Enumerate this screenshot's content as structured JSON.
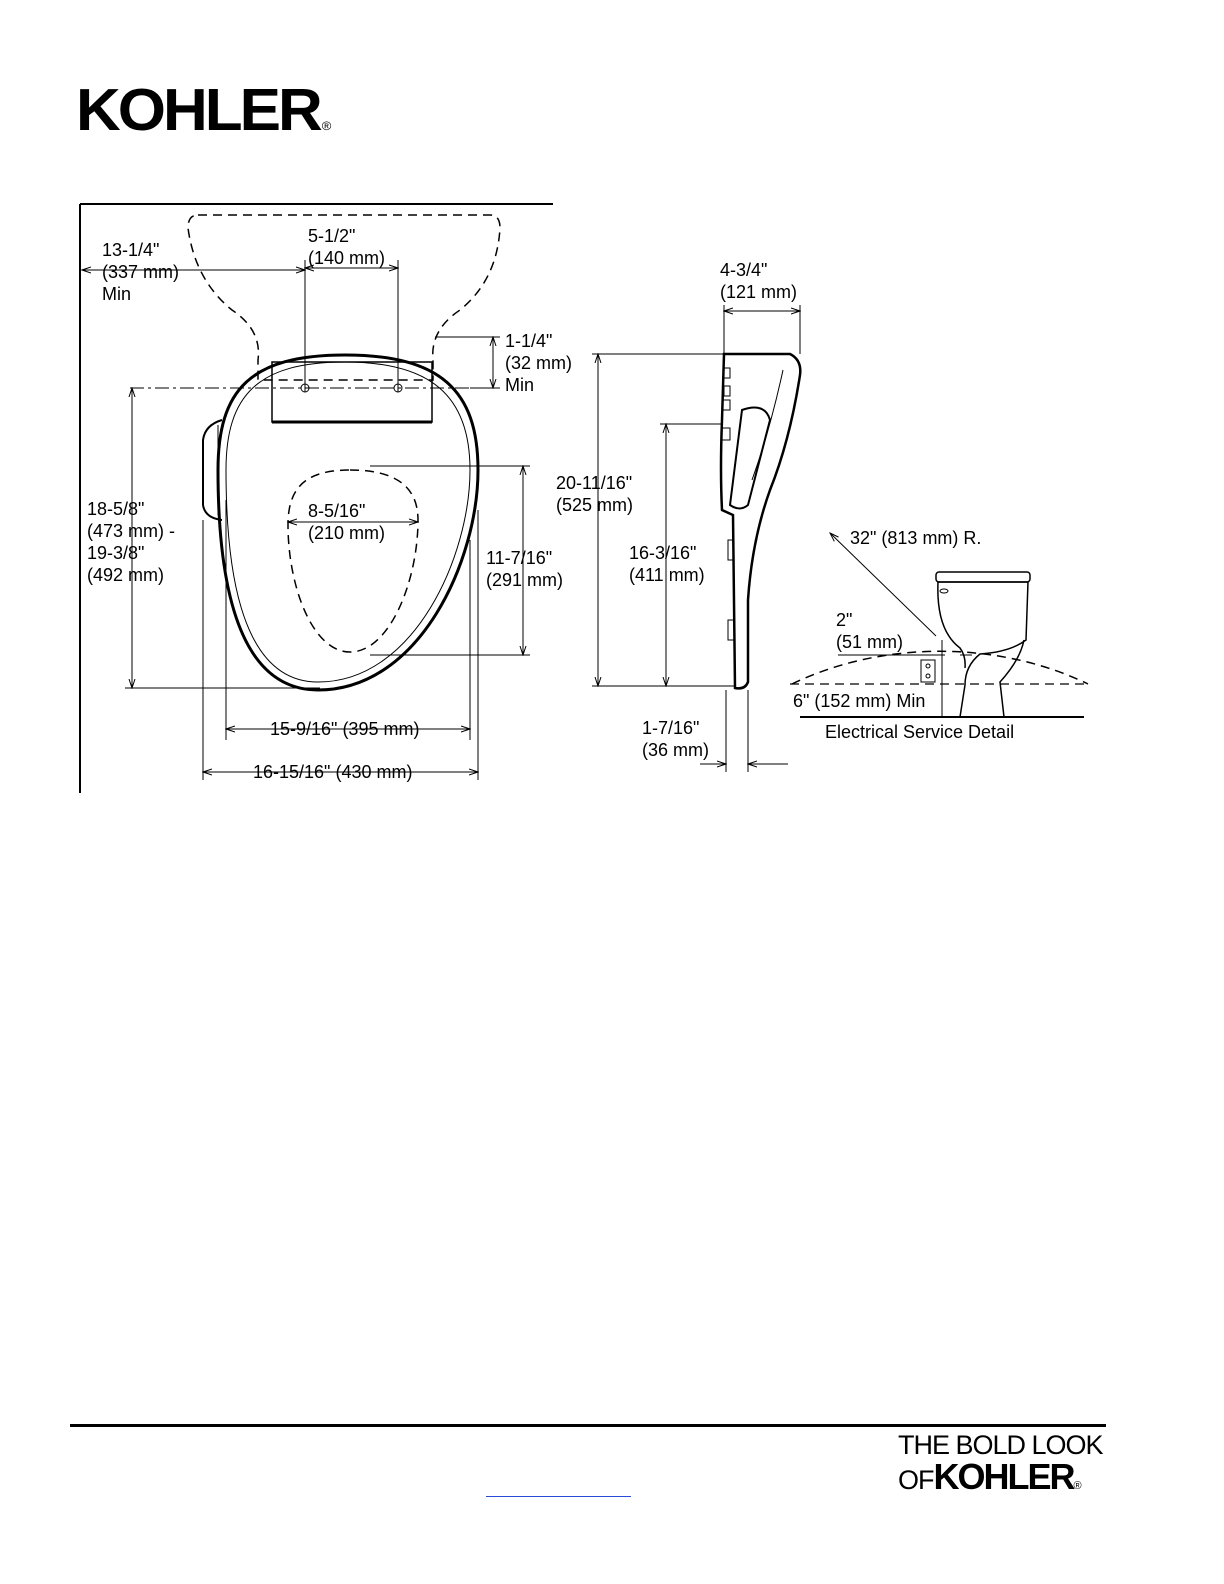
{
  "brand": {
    "logo_text": "KOHLER",
    "registered_mark": "®"
  },
  "drawing": {
    "top_view": {
      "setback_min": {
        "imperial": "13-1/4\"",
        "metric": "(337 mm)",
        "note": "Min"
      },
      "bolt_spacing": {
        "imperial": "5-1/2\"",
        "metric": "(140 mm)"
      },
      "clearance_min": {
        "imperial": "1-1/4\"",
        "metric": "(32 mm)",
        "note": "Min"
      },
      "length": {
        "line1": "18-5/8\"",
        "line2": "(473 mm) -",
        "line3": "19-3/8\"",
        "line4": "(492 mm)"
      },
      "opening_width": {
        "imperial": "8-5/16\"",
        "metric": "(210 mm)"
      },
      "opening_length": {
        "imperial": "11-7/16\"",
        "metric": "(291 mm)"
      },
      "seat_width": "15-9/16\" (395 mm)",
      "overall_width": "16-15/16\" (430 mm)"
    },
    "side_view": {
      "depth": {
        "imperial": "4-3/4\"",
        "metric": "(121 mm)"
      },
      "height_overall": {
        "imperial": "20-11/16\"",
        "metric": "(525 mm)"
      },
      "height_seat": {
        "imperial": "16-3/16\"",
        "metric": "(411 mm)"
      },
      "thickness": {
        "imperial": "1-7/16\"",
        "metric": "(36 mm)"
      }
    },
    "electrical_detail": {
      "radius": "32\" (813 mm) R.",
      "offset": {
        "imperial": "2\"",
        "metric": "(51 mm)"
      },
      "height_min": "6\" (152 mm) Min",
      "title": "Electrical Service Detail"
    }
  },
  "footer": {
    "tagline_line1": "THE BOLD LOOK",
    "tagline_of": "OF",
    "tagline_brand": "KOHLER",
    "registered_mark": "®"
  }
}
